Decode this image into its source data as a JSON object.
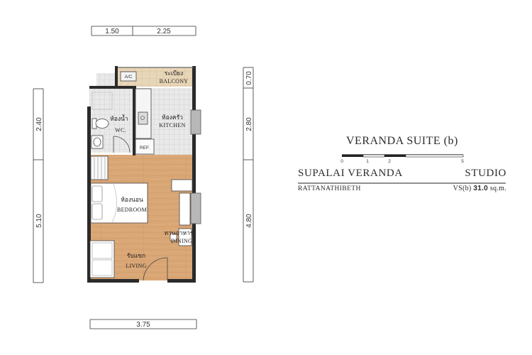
{
  "dimensions": {
    "top": [
      "1.50",
      "2.25"
    ],
    "bottom": "3.75",
    "left": [
      "2.40",
      "5.10"
    ],
    "right": [
      "0.70",
      "2.80",
      "4.80"
    ]
  },
  "rooms": {
    "balcony": {
      "th": "ระเบียง",
      "en": "BALCONY"
    },
    "ac": "A/C",
    "wc": {
      "th": "ห้องน้ำ",
      "en": "WC."
    },
    "kitchen": {
      "th": "ห้องครัว",
      "en": "KITCHEN"
    },
    "ref": "REF.",
    "bedroom": {
      "th": "ห้องนอน",
      "en": "BEDROOM"
    },
    "dining": {
      "th": "ทานอาหาร",
      "en": "DINING"
    },
    "living": {
      "th": "รับแขก",
      "en": "LIVING"
    }
  },
  "info": {
    "suite": "VERANDA SUITE (b)",
    "scale_ticks": [
      "0",
      "1",
      "2",
      "5"
    ],
    "project": "SUPALAI VERANDA",
    "unit_type": "STUDIO",
    "location": "RATTANATHIBETH",
    "unit_code": "VS(b)",
    "area": "31.0",
    "area_unit": "sq.m."
  },
  "colors": {
    "floor_wood": "#d9a675",
    "tile": "#e6e6e6",
    "wall": "#2a2a2a",
    "window": "#b8b8b8"
  }
}
